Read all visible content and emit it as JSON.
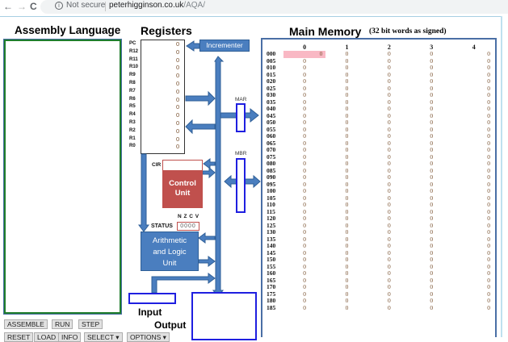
{
  "browser": {
    "back_icon": "arrow-left-icon",
    "forward_icon": "arrow-right-icon",
    "reload_icon": "reload-icon",
    "security_icon": "info-circle-icon",
    "security_label": "Not secure",
    "url_domain": "peterhigginson.co.uk",
    "url_path": "/AQA/"
  },
  "assembly": {
    "title": "Assembly Language",
    "code": ""
  },
  "buttons": {
    "row1": [
      "ASSEMBLE",
      "RUN",
      "STEP"
    ],
    "row2": [
      "RESET",
      "LOAD",
      "INFO",
      "SELECT ▾",
      "OPTIONS ▾"
    ]
  },
  "registers": {
    "title": "Registers",
    "items": [
      {
        "name": "PC",
        "value": "0"
      },
      {
        "name": "R12",
        "value": "0"
      },
      {
        "name": "R11",
        "value": "0"
      },
      {
        "name": "R10",
        "value": "0"
      },
      {
        "name": "R9",
        "value": "0"
      },
      {
        "name": "R8",
        "value": "0"
      },
      {
        "name": "R7",
        "value": "0"
      },
      {
        "name": "R6",
        "value": "0"
      },
      {
        "name": "R5",
        "value": "0"
      },
      {
        "name": "R4",
        "value": "0"
      },
      {
        "name": "R3",
        "value": "0"
      },
      {
        "name": "R2",
        "value": "0"
      },
      {
        "name": "R1",
        "value": "0"
      },
      {
        "name": "R0",
        "value": "0"
      }
    ]
  },
  "cpu": {
    "incrementer": "Incrementer",
    "mar": "MAR",
    "mbr": "MBR",
    "cir": "CIR",
    "control_unit_line1": "Control",
    "control_unit_line2": "Unit",
    "flags_label": "N Z C V",
    "status_label": "STATUS",
    "status_value": "0000",
    "alu_line1": "Arithmetic",
    "alu_line2": "and Logic",
    "alu_line3": "Unit",
    "input_label": "Input",
    "output_label": "Output",
    "colors": {
      "bus": "#4a7ebf",
      "control_unit": "#c0504d",
      "register_outline": "#1f1fe0",
      "editor_border": "#1e7d2b",
      "highlight": "#f9b8c4"
    }
  },
  "memory": {
    "title": "Main Memory",
    "subtitle": "(32 bit words as signed)",
    "columns": [
      "0",
      "1",
      "2",
      "3",
      "4"
    ],
    "rows": [
      "000",
      "005",
      "010",
      "015",
      "020",
      "025",
      "030",
      "035",
      "040",
      "045",
      "050",
      "055",
      "060",
      "065",
      "070",
      "075",
      "080",
      "085",
      "090",
      "095",
      "100",
      "105",
      "110",
      "115",
      "120",
      "125",
      "130",
      "135",
      "140",
      "145",
      "150",
      "155",
      "160",
      "165",
      "170",
      "175",
      "180",
      "185"
    ],
    "cell_value": "0",
    "highlighted_address": "000"
  }
}
